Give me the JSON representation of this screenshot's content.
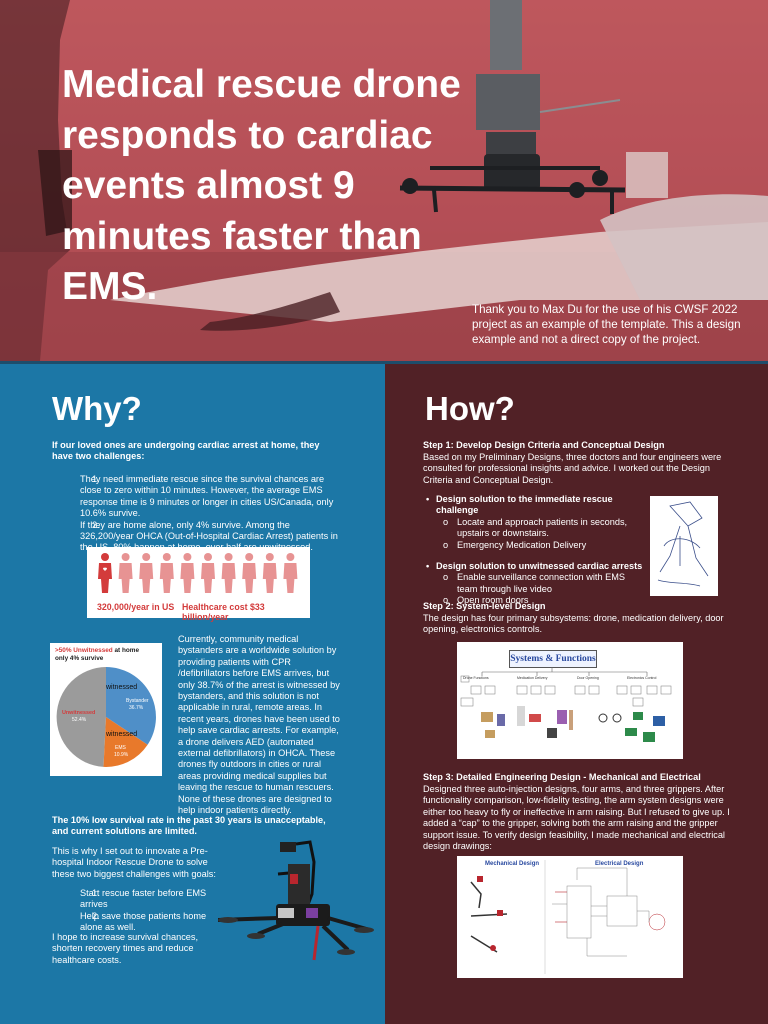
{
  "hero": {
    "title": "Medical rescue drone responds to cardiac events almost 9 minutes faster than EMS.",
    "thanks": "Thank you to Max Du for the use of his CWSF 2022 project as an example of the template. This a design example and not a direct copy of the project."
  },
  "why": {
    "heading": "Why?",
    "intro": "If our loved ones are undergoing cardiac arrest at home, they have two challenges:",
    "challenges": [
      "They need immediate rescue since the survival chances are close to zero within 10 minutes. However, the average EMS response time is 9 minutes or longer in cities US/Canada, only 10.6% survive.",
      "If they are home alone, only 4% survive. Among the 326,200/year OHCA (Out-of-Hospital Cardiac Arrest) patients in the US, 80% happen at home, over half are unwitnessed."
    ],
    "stats_card": {
      "left": "320,000/year in US",
      "right": "Healthcare cost $33 billion/year"
    },
    "pie_card": {
      "title_red": ">50% Unwitnessed",
      "title_rest": " at home",
      "title_line2": "only 4% survive",
      "label_unwitnessed": "Unwitnessed",
      "val_unwitnessed": "52.4%",
      "label_bystander": "Bystander",
      "val_bystander": "36.7%",
      "label_ems": "EMS",
      "val_ems": "10.9%",
      "witnessed_upper": "witnessed",
      "witnessed_lower": "witnessed"
    },
    "bystander_para": "Currently, community medical bystanders are a worldwide solution by providing patients with CPR /defibrillators before EMS arrives, but only 38.7% of the arrest is witnessed by bystanders, and this solution is not applicable in rural, remote areas. In recent years, drones have been used to help save cardiac arrests. For example, a drone delivers AED (automated external defibrillators) in OHCA. These drones fly outdoors in cities or rural areas providing medical supplies but leaving the rescue to human rescuers. None of these drones are designed to help indoor patients directly.",
    "unacceptable": "The 10% low survival rate in the past 30 years is unacceptable, and current solutions are limited.",
    "innovate": "This is why I set out to innovate a Pre-hospital Indoor Rescue Drone to solve these two biggest challenges with goals:",
    "goals": [
      "Start rescue faster before EMS arrives",
      "Help save those patients home alone as well."
    ],
    "hope": "I hope to increase survival chances, shorten recovery times and reduce healthcare costs."
  },
  "how": {
    "heading": "How?",
    "step1_title": "Step 1: Develop Design Criteria and Conceptual Design",
    "step1_text": "Based on my Preliminary Designs, three doctors and four engineers were consulted for professional insights and advice. I worked out the Design Criteria and Conceptual Design.",
    "bullet1": "Design solution to the immediate rescue challenge",
    "bullet1_subs": [
      "Locate and approach patients in seconds, upstairs or downstairs.",
      "Emergency Medication Delivery"
    ],
    "bullet2": "Design solution to unwitnessed cardiac arrests",
    "bullet2_subs": [
      "Enable surveillance connection with EMS team through live video",
      "Open room doors"
    ],
    "step2_title": "Step 2: System-level Design",
    "step2_text": "The design has four primary subsystems: drone, medication delivery, door opening, electronics controls.",
    "systems": {
      "title": "Systems & Functions",
      "cols": [
        "Drone Functions",
        "Medication Delivery",
        "Door Opening",
        "Electronics Control"
      ]
    },
    "step3_title": "Step 3: Detailed Engineering Design - Mechanical and Electrical",
    "step3_text": "Designed three auto-injection designs, four arms, and three grippers. After functionality comparison, low-fidelity testing, the arm system designs were either too heavy to fly or ineffective in arm raising. But I refused to give up. I added a “cap” to the gripper, solving both the arm raising and the gripper support issue. To verify design feasibility, I made mechanical and electrical design drawings:",
    "drawings": {
      "mech": "Mechanical Design",
      "elec": "Electrical Design"
    }
  },
  "colors": {
    "hero": "#b44e55",
    "why_bg": "#1c77a6",
    "how_bg": "#512126",
    "stat_red": "#d33b3b",
    "pie_grey": "#9b9b9b",
    "pie_blue": "#4f8fc8",
    "pie_orange": "#e8792b"
  }
}
